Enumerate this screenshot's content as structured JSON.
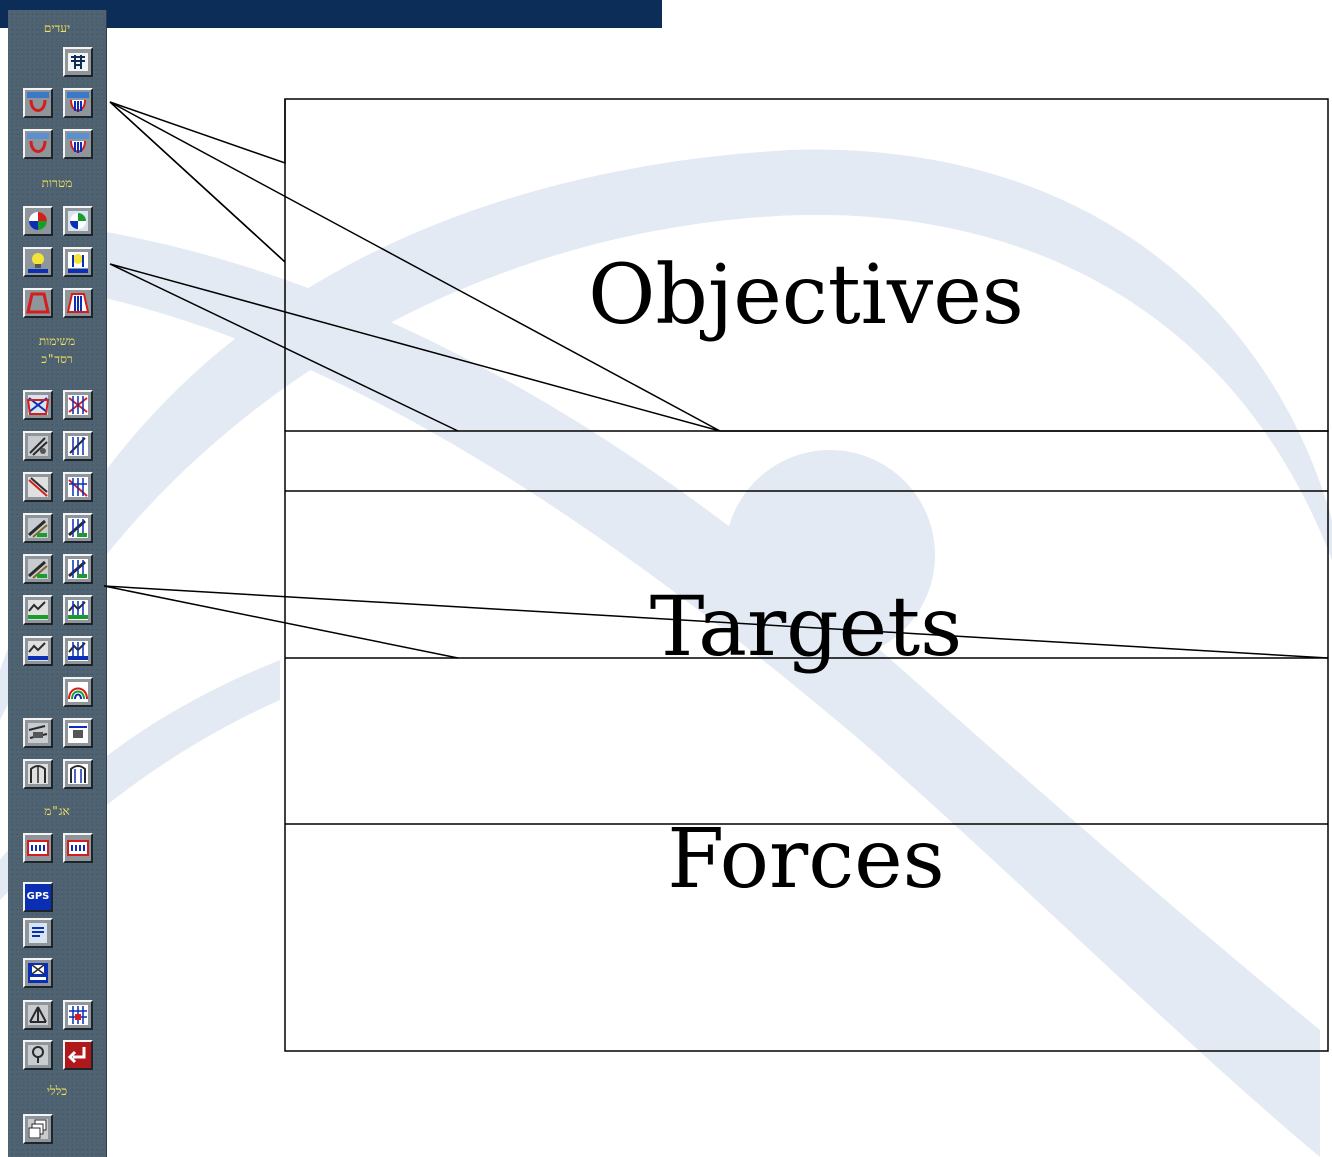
{
  "toolbar": {
    "sections": [
      {
        "label_lines": [
          "יעדים"
        ]
      },
      {
        "label_lines": [
          "מטרות"
        ]
      },
      {
        "label_lines": [
          "משימות",
          "רסד\"כ"
        ]
      },
      {
        "label_lines": [
          "אג\"מ"
        ]
      },
      {
        "label_lines": [
          "כללי"
        ]
      }
    ],
    "gps_label": "GPS"
  },
  "diagram": {
    "objectives_label": "Objectives",
    "targets_label": "Targets",
    "forces_label": "Forces"
  },
  "colors": {
    "top_bar": "#0b2d57",
    "toolbar": "#4d6170",
    "section_label": "#f0e060",
    "background_swoosh": "#e3eaf3"
  }
}
